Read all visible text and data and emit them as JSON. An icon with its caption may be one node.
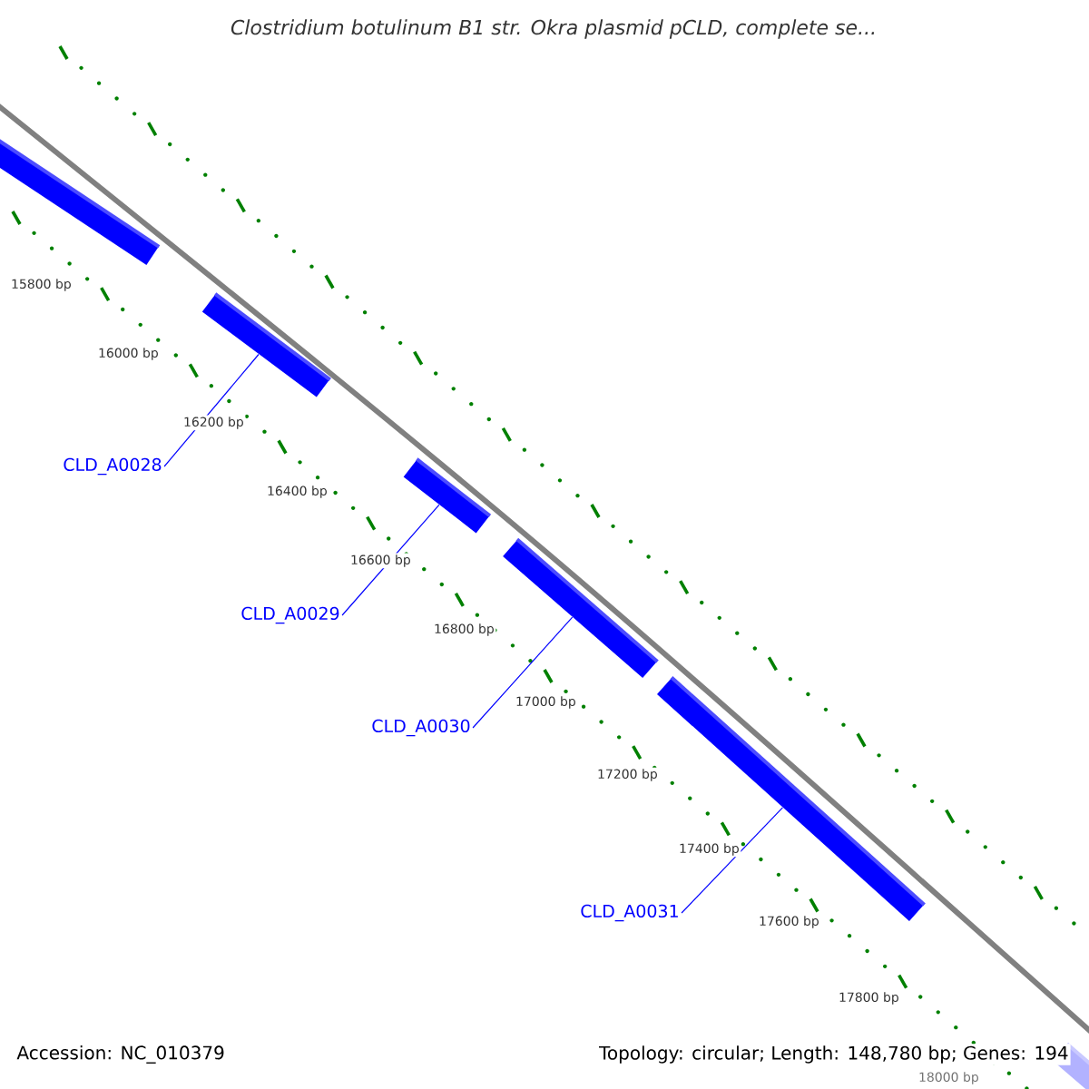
{
  "diagram": {
    "title": "Clostridium botulinum B1 str. Okra plasmid pCLD, complete se...",
    "nodes": [
      {
        "text": [],
        "shape": "bar"
      },
      {
        "text": [],
        "shape": "bar"
      },
      {
        "text": [],
        "shape": "bar"
      },
      {
        "text": [],
        "shape": "bar"
      },
      {
        "text": [],
        "shape": "bar"
      },
      {
        "text": [],
        "shape": "bar"
      },
      {
        "text": [
          "CLD_A0028"
        ]
      },
      {
        "text": [
          "CLD_A0029"
        ]
      },
      {
        "text": [
          "CLD_A0030"
        ]
      },
      {
        "text": [
          "CLD_A0031"
        ]
      }
    ],
    "edges": [
      {
        "from": 6,
        "to": 1,
        "arrow": "none"
      },
      {
        "from": 7,
        "to": 2,
        "arrow": "none"
      },
      {
        "from": 8,
        "to": 3,
        "arrow": "none"
      },
      {
        "from": 9,
        "to": 4,
        "arrow": "none"
      }
    ],
    "labels": [
      "15800 bp",
      "16000 bp",
      "16200 bp",
      "16400 bp",
      "16600 bp",
      "16800 bp",
      "17000 bp",
      "17200 bp",
      "17400 bp",
      "17600 bp",
      "17800 bp",
      "18000 bp",
      "Accession: NC_010379",
      "Topology: circular; Length: 148,780 bp; Genes: 194"
    ]
  }
}
